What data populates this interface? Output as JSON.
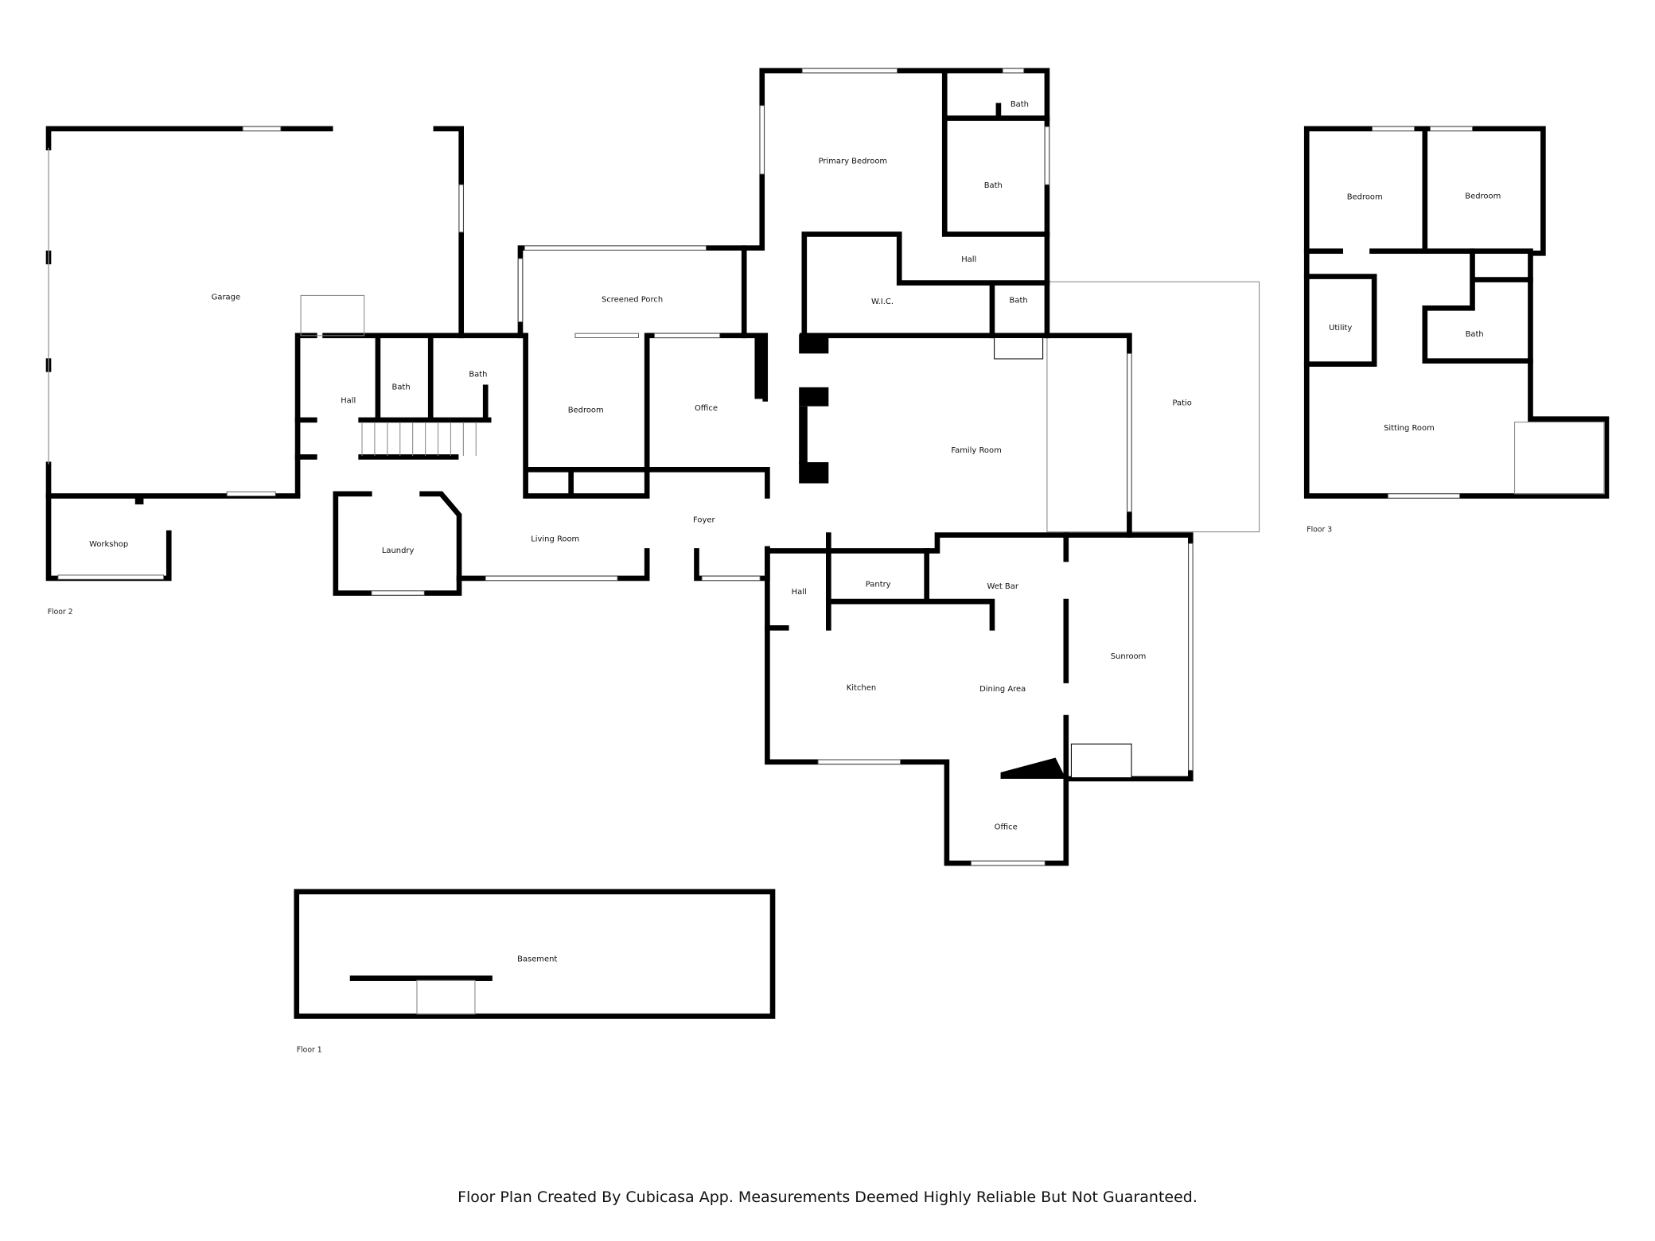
{
  "rooms": {
    "garage": "Garage",
    "workshop": "Workshop",
    "hall_west": "Hall",
    "bath_west": "Bath",
    "bath_mid": "Bath",
    "screened_porch": "Screened Porch",
    "bedroom_f2": "Bedroom",
    "office_north": "Office",
    "laundry": "Laundry",
    "living_room": "Living Room",
    "foyer": "Foyer",
    "primary_bedroom": "Primary Bedroom",
    "bath_primary_top": "Bath",
    "bath_primary": "Bath",
    "hall_primary": "Hall",
    "wic": "W.I.C.",
    "bath_small": "Bath",
    "family_room": "Family Room",
    "patio": "Patio",
    "hall_kitchen": "Hall",
    "pantry": "Pantry",
    "wet_bar": "Wet Bar",
    "kitchen": "Kitchen",
    "dining_area": "Dining Area",
    "sunroom": "Sunroom",
    "office_south": "Office",
    "bedroom_f3_left": "Bedroom",
    "bedroom_f3_right": "Bedroom",
    "utility": "Utility",
    "bath_f3": "Bath",
    "sitting_room": "Sitting Room",
    "basement": "Basement"
  },
  "floors": {
    "floor1": "Floor 1",
    "floor2": "Floor 2",
    "floor3": "Floor 3"
  },
  "footer": "Floor Plan Created By Cubicasa App. Measurements Deemed Highly Reliable But Not Guaranteed."
}
